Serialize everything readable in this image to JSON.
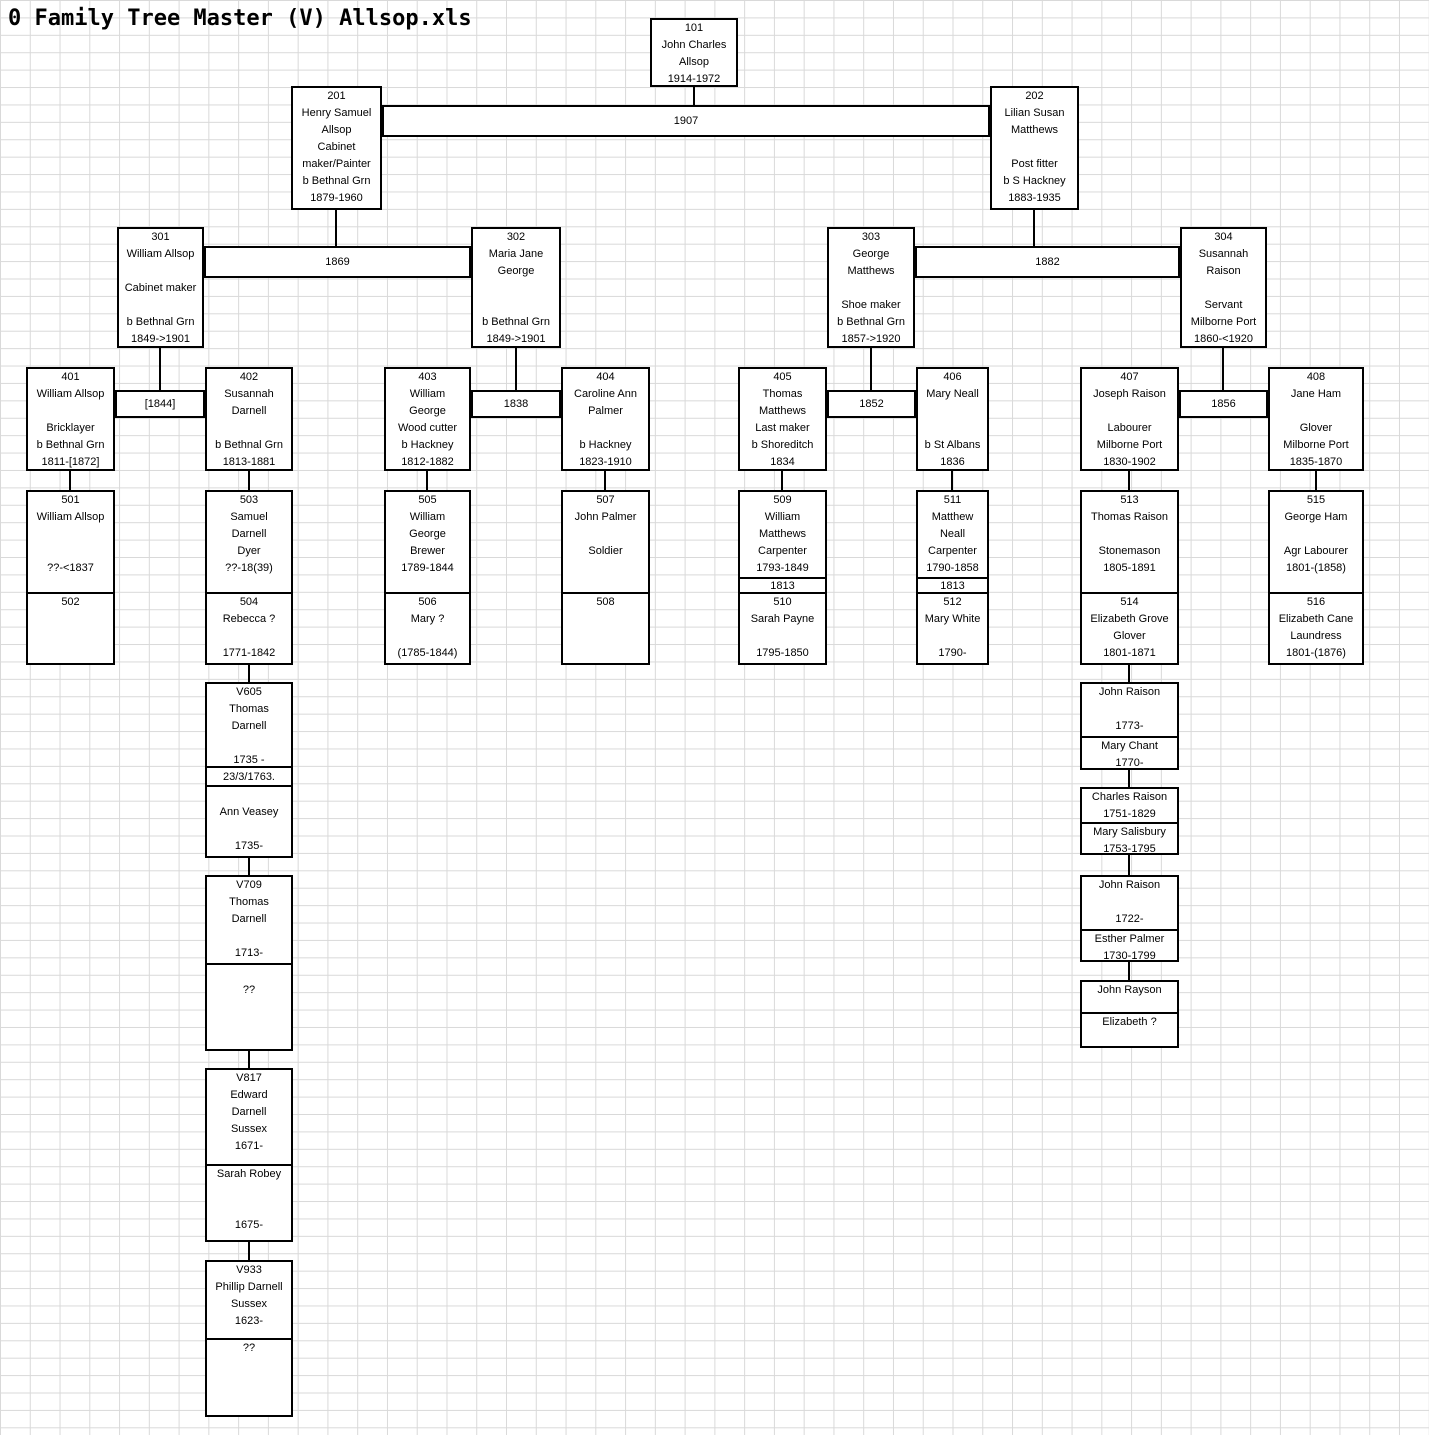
{
  "title": "0 Family Tree Master (V) Allsop.xls",
  "colors": {
    "background": "#ffffff",
    "gridline": "#d9d9d9",
    "box_border": "#000000",
    "text": "#000000"
  },
  "marriages": {
    "m1907": "1907",
    "m1869": "1869",
    "m1882": "1882",
    "m1844": "[1844]",
    "m1838": "1838",
    "m1852": "1852",
    "m1856": "1856",
    "m509_510": "1813",
    "m511_512": "1813",
    "m_v605": "23/3/1763."
  },
  "boxes": {
    "b101": [
      "101",
      "John Charles",
      "Allsop",
      "1914-1972"
    ],
    "b201": [
      "201",
      "Henry Samuel",
      "Allsop",
      "Cabinet",
      "maker/Painter",
      "b Bethnal Grn",
      "1879-1960"
    ],
    "b202": [
      "202",
      "Lilian Susan",
      "Matthews",
      "",
      "Post fitter",
      "b S Hackney",
      "1883-1935"
    ],
    "b301": [
      "301",
      "William Allsop",
      "",
      "Cabinet maker",
      "",
      "b Bethnal Grn",
      "1849->1901"
    ],
    "b302": [
      "302",
      "Maria Jane",
      "George",
      "",
      "",
      "b Bethnal Grn",
      "1849->1901"
    ],
    "b303": [
      "303",
      "George",
      "Matthews",
      "",
      "Shoe maker",
      "b Bethnal Grn",
      "1857->1920"
    ],
    "b304": [
      "304",
      "Susannah",
      "Raison",
      "",
      "Servant",
      "Milborne Port",
      "1860-<1920"
    ],
    "b401": [
      "401",
      "William Allsop",
      "",
      "Bricklayer",
      "b Bethnal Grn",
      "1811-[1872]"
    ],
    "b402": [
      "402",
      "Susannah",
      "Darnell",
      "",
      "b Bethnal Grn",
      "1813-1881"
    ],
    "b403": [
      "403",
      "William",
      "George",
      "Wood cutter",
      "b Hackney",
      "1812-1882"
    ],
    "b404": [
      "404",
      "Caroline Ann",
      "Palmer",
      "",
      "b Hackney",
      "1823-1910"
    ],
    "b405": [
      "405",
      "Thomas",
      "Matthews",
      "Last maker",
      "b Shoreditch",
      "1834"
    ],
    "b406": [
      "406",
      "Mary Neall",
      "",
      "",
      "b St Albans",
      "1836"
    ],
    "b407": [
      "407",
      "Joseph Raison",
      "",
      "Labourer",
      "Milborne Port",
      "1830-1902"
    ],
    "b408": [
      "408",
      "Jane Ham",
      "",
      "Glover",
      "Milborne Port",
      "1835-1870"
    ],
    "b501": [
      "501",
      "William Allsop",
      "",
      "",
      "??-<1837"
    ],
    "b502": [
      "502"
    ],
    "b503": [
      "503",
      "Samuel",
      "Darnell",
      "Dyer",
      "??-18(39)"
    ],
    "b504": [
      "504",
      "Rebecca ?",
      "",
      "1771-1842"
    ],
    "b505": [
      "505",
      "William",
      "George",
      "Brewer",
      "1789-1844"
    ],
    "b506": [
      "506",
      "Mary ?",
      "",
      "(1785-1844)"
    ],
    "b507": [
      "507",
      "John Palmer",
      "",
      "Soldier"
    ],
    "b508": [
      "508"
    ],
    "b509": [
      "509",
      "William",
      "Matthews",
      "Carpenter",
      "1793-1849"
    ],
    "b510": [
      "510",
      "Sarah Payne",
      "",
      "1795-1850"
    ],
    "b511": [
      "511",
      "Matthew",
      "Neall",
      "Carpenter",
      "1790-1858"
    ],
    "b512": [
      "512",
      "Mary White",
      "",
      "1790-"
    ],
    "b513": [
      "513",
      "Thomas Raison",
      "",
      "Stonemason",
      "1805-1891"
    ],
    "b514": [
      "514",
      "Elizabeth Grove",
      "Glover",
      "1801-1871"
    ],
    "b515": [
      "515",
      "George Ham",
      "",
      "Agr Labourer",
      "1801-(1858)"
    ],
    "b516": [
      "516",
      "Elizabeth Cane",
      "Laundress",
      "1801-(1876)"
    ],
    "v605_top": [
      "V605",
      "Thomas",
      "Darnell",
      "",
      "1735 -"
    ],
    "v605_bot": [
      "",
      "Ann Veasey",
      "",
      "1735-"
    ],
    "v709_top": [
      "V709",
      "Thomas",
      "Darnell",
      "",
      "1713-"
    ],
    "v709_bot": [
      "",
      "??"
    ],
    "v817_top": [
      "V817",
      "Edward",
      "Darnell",
      "Sussex",
      "1671-"
    ],
    "v817_bot": [
      "Sarah Robey",
      "",
      "",
      "1675-"
    ],
    "v933_top": [
      "V933",
      "Phillip Darnell",
      "Sussex",
      "1623-"
    ],
    "v933_bot": [
      "??"
    ],
    "raison1773": [
      "John Raison",
      "",
      "1773-"
    ],
    "chant1770": [
      "Mary Chant",
      "1770-"
    ],
    "raison1751": [
      "Charles Raison",
      "1751-1829"
    ],
    "salisbury1753": [
      "Mary Salisbury",
      "1753-1795"
    ],
    "raison1722": [
      "John Raison",
      "",
      "1722-"
    ],
    "palmer1730": [
      "Esther Palmer",
      "1730-1799"
    ],
    "rayson": [
      "John Rayson"
    ],
    "elizabeth": [
      "Elizabeth ?"
    ]
  }
}
